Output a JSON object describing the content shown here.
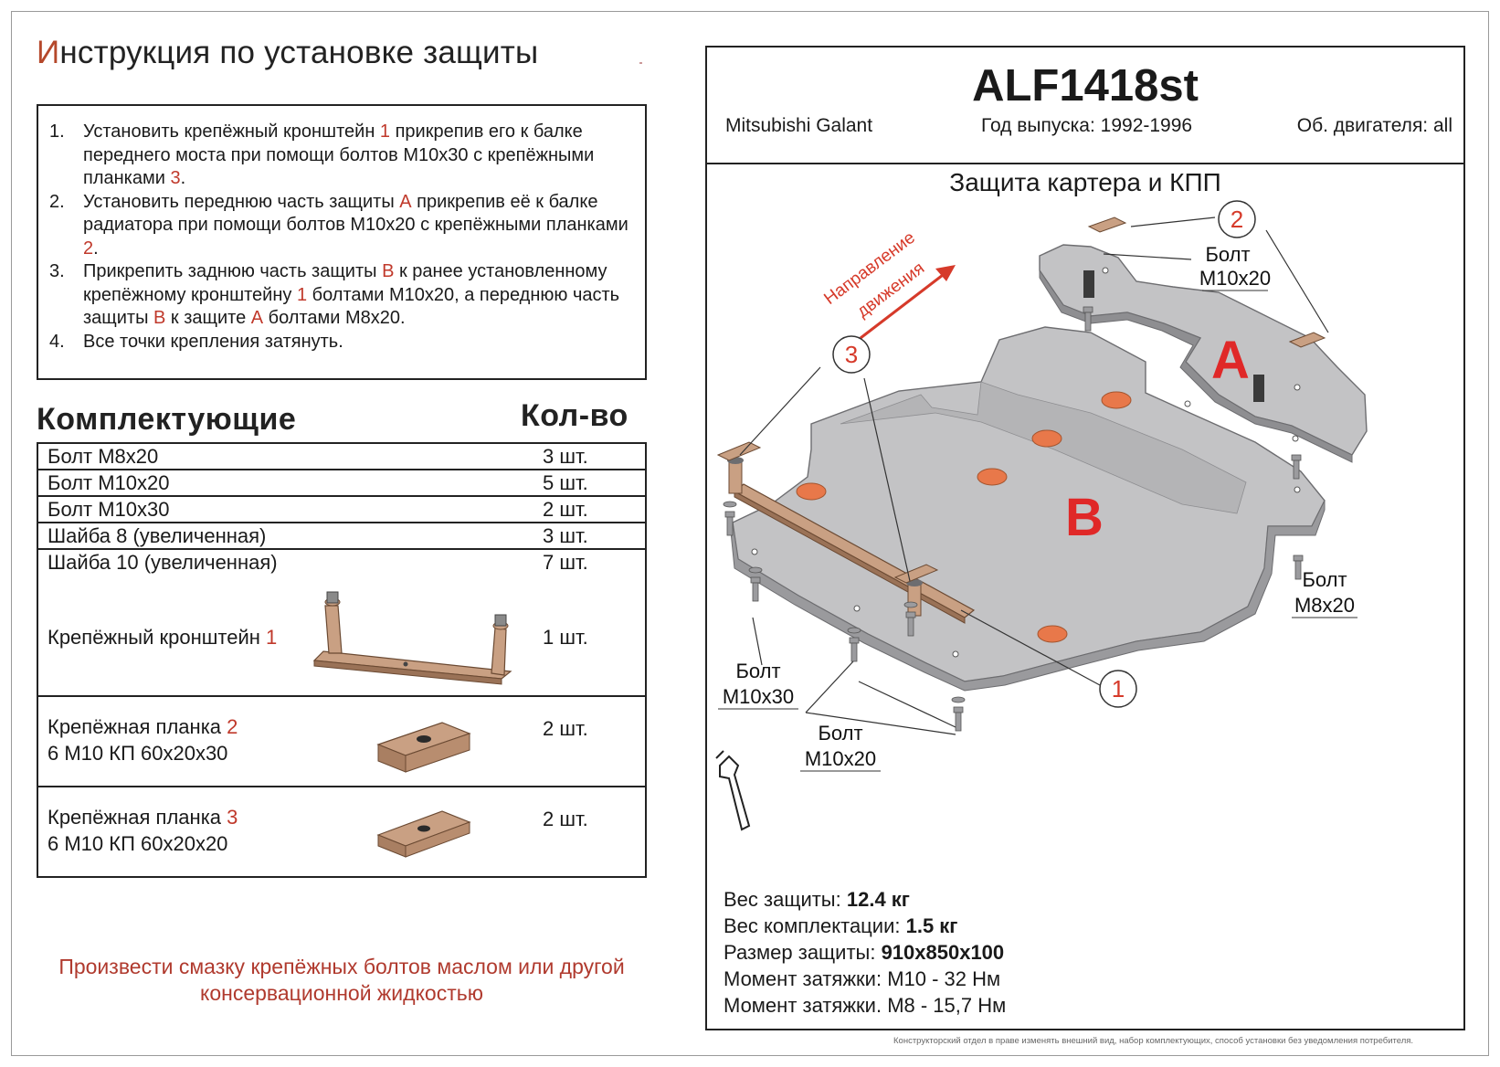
{
  "title": {
    "first_letter": "И",
    "rest": "нструкция по установке защиты"
  },
  "steps": [
    {
      "num": "1.",
      "parts": [
        {
          "t": "Установить крепёжный кронштейн "
        },
        {
          "t": "1",
          "red": true
        },
        {
          "t": " прикрепив его к балке переднего моста при помощи болтов М10х30 с крепёжными планками "
        },
        {
          "t": "3",
          "red": true
        },
        {
          "t": "."
        }
      ]
    },
    {
      "num": "2.",
      "parts": [
        {
          "t": "Установить переднюю часть защиты "
        },
        {
          "t": "А",
          "red": true
        },
        {
          "t": " прикрепив её к балке радиатора при помощи болтов М10х20 с крепёжными планками "
        },
        {
          "t": "2",
          "red": true
        },
        {
          "t": "."
        }
      ]
    },
    {
      "num": "3.",
      "parts": [
        {
          "t": "Прикрепить заднюю часть защиты "
        },
        {
          "t": "В",
          "red": true
        },
        {
          "t": " к ранее установленному крепёжному кронштейну "
        },
        {
          "t": "1",
          "red": true
        },
        {
          "t": " болтами М10х20, а переднюю часть защиты "
        },
        {
          "t": "В",
          "red": true
        },
        {
          "t": " к защите "
        },
        {
          "t": "А",
          "red": true
        },
        {
          "t": " болтами М8х20."
        }
      ]
    },
    {
      "num": "4.",
      "parts": [
        {
          "t": "Все точки крепления затянуть."
        }
      ]
    }
  ],
  "kit": {
    "heading": "Комплектующие",
    "qty_heading": "Кол-во",
    "simple_items": [
      {
        "name": "Болт М8х20",
        "qty": "3 шт."
      },
      {
        "name": "Болт М10х20",
        "qty": "5 шт."
      },
      {
        "name": "Болт М10х30",
        "qty": "2 шт."
      },
      {
        "name": "Шайба 8 (увеличенная)",
        "qty": "3 шт."
      },
      {
        "name": "Шайба 10 (увеличенная)",
        "qty": "7 шт."
      }
    ],
    "bracket": {
      "name": "Крепёжный кронштейн ",
      "num": "1",
      "qty": "1 шт."
    },
    "plate2": {
      "name": "Крепёжная планка ",
      "num": "2",
      "spec": "6 М10 КП 60х20х30",
      "qty": "2 шт."
    },
    "plate3": {
      "name": "Крепёжная планка ",
      "num": "3",
      "spec": "6 М10 КП 60х20х20",
      "qty": "2 шт."
    }
  },
  "note": "Произвести смазку крепёжных болтов маслом или другой консервационной жидкостью",
  "header": {
    "code": "ALF1418st",
    "car": "Mitsubishi Galant",
    "year": "Год выпуска: 1992-1996",
    "engine": "Об. двигателя: all"
  },
  "subtitle": "Защита картера и КПП",
  "diagram": {
    "direction_line1": "Направление",
    "direction_line2": "движения",
    "part_a": "A",
    "part_b": "B",
    "callouts": [
      "1",
      "2",
      "3"
    ],
    "bolt_word": "Болт",
    "bolt_m10x20_a": "М10х20",
    "bolt_m8x20": "М8х20",
    "bolt_m10x30": "М10х30",
    "bolt_m10x20_b": "М10х20"
  },
  "specs": [
    {
      "label": "Вес защиты: ",
      "value": "12.4 кг"
    },
    {
      "label": "Вес комплектации: ",
      "value": "1.5 кг"
    },
    {
      "label": "Размер защиты: ",
      "value": "910х850х100"
    },
    {
      "label": "Момент затяжки:  М10 - 32 Нм",
      "value": ""
    },
    {
      "label": "Момент затяжки.  М8 - 15,7 Нм",
      "value": ""
    }
  ],
  "disclaimer": "Конструкторский отдел в праве изменять внешний вид, набор комплектующих, способ установки без уведомления потребителя.",
  "colors": {
    "accent_red": "#c0392b",
    "metal": "#b9b9bb",
    "bracket": "#c9a083",
    "pad": "#e8784a"
  }
}
